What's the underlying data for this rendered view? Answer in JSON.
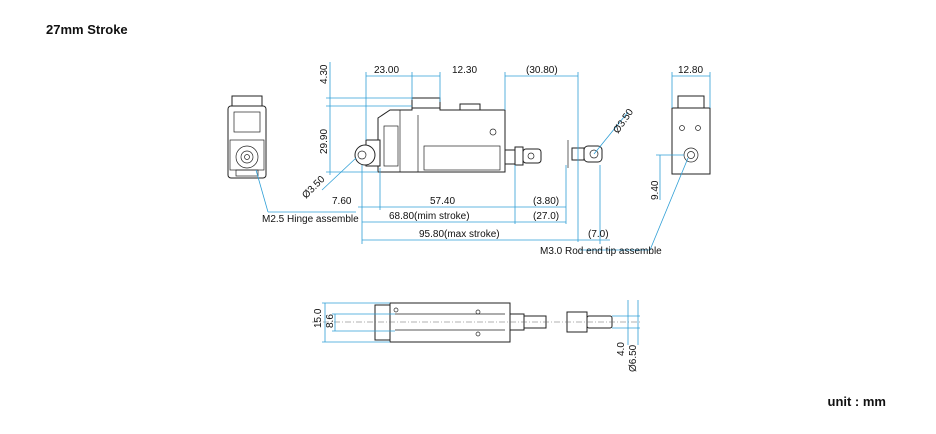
{
  "title": "27mm Stroke",
  "unit": "unit : mm",
  "dimensions": {
    "top_4_30": "4.30",
    "top_23_00": "23.00",
    "top_12_30": "12.30",
    "top_30_80": "(30.80)",
    "top_12_80": "12.80",
    "h_29_90": "29.90",
    "dia_3_50_left": "Ø3.50",
    "dia_3_50_right": "Ø3.50",
    "d_7_60": "7.60",
    "d_57_40": "57.40",
    "d_3_80": "(3.80)",
    "d_68_80": "68.80(mim stroke)",
    "d_27_0": "(27.0)",
    "d_95_80": "95.80(max stroke)",
    "d_7_0": "(7.0)",
    "d_9_40": "9.40",
    "b_15_0": "15.0",
    "b_8_6": "8.6",
    "b_4_0": "4.0",
    "b_dia_6_50": "Ø6.50"
  },
  "labels": {
    "hinge": "M2.5 Hinge assemble",
    "rod_end": "M3.0 Rod end tip assemble"
  },
  "colors": {
    "dimension_line": "#2f9fd6",
    "outline": "#222222"
  }
}
